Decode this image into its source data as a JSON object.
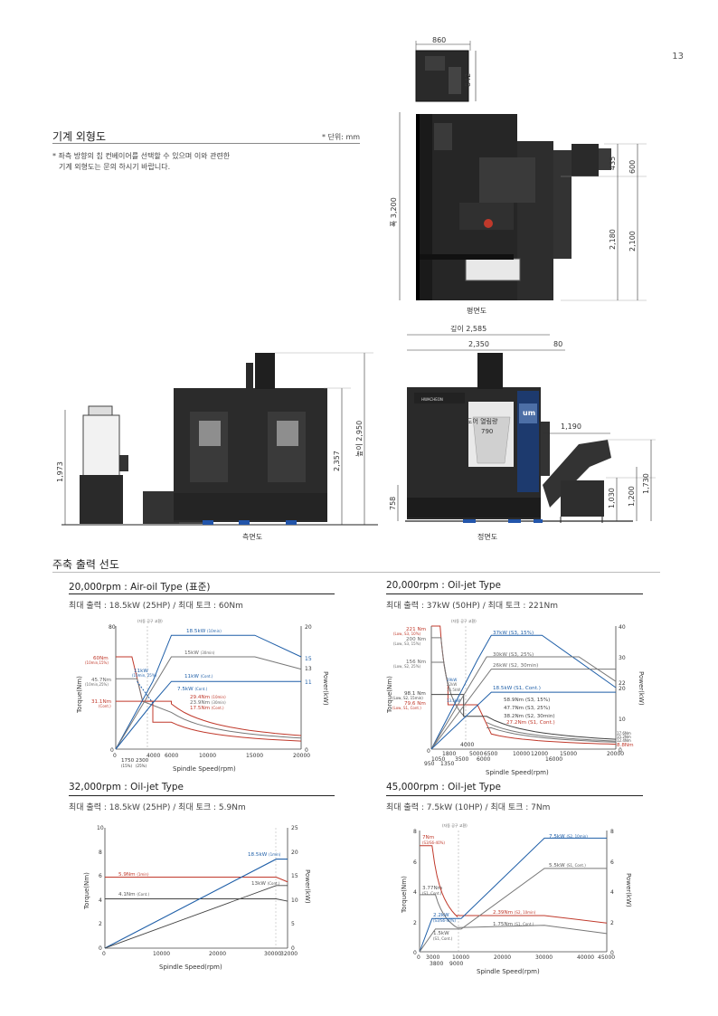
{
  "page_number": "13",
  "section1": {
    "title": "기계 외형도",
    "unit": "* 단위: mm",
    "note_line1": "* 좌측 방향의 칩 컨베이어를 선택할 수 있으며 이와 관련한",
    "note_line2": "기계 외형도는 문의 하시기 바랍니다."
  },
  "plan_view": {
    "caption": "평면도",
    "dims": {
      "top_width": "860",
      "top_height": "842",
      "width_label": "폭 3,200",
      "h435": "435",
      "h600": "600",
      "h2180": "2,180",
      "h2100": "2,100"
    }
  },
  "side_view": {
    "caption": "측면도",
    "dims": {
      "h1973": "1,973",
      "h2357": "2,357",
      "h2950": "높이 2,950"
    }
  },
  "front_view": {
    "caption": "정면도",
    "dims": {
      "depth": "깊이 2,585",
      "w2350": "2,350",
      "w80": "80",
      "door_label": "도어 열림량",
      "door_val": "790",
      "w1190": "1,190",
      "h758": "758",
      "h1030": "1,030",
      "h1200": "1,200",
      "h1730": "1,730"
    },
    "brand": "HWACHEON"
  },
  "section2": {
    "title": "주축 출력 선도"
  },
  "chart_data": [
    {
      "type": "line",
      "title": "20,000rpm : Air-oil Type (표준)",
      "subtitle": "최대 출력 : 18.5kW (25HP) / 최대 토크 : 60Nm",
      "xlabel": "Spindle Speed(rpm)",
      "ylabel": "Torque(Nm)",
      "y2label": "Power(kW)",
      "xlim": [
        0,
        20000
      ],
      "ylim": [
        0,
        80
      ],
      "y2lim": [
        0,
        20
      ],
      "xticks": [
        "0",
        "4000",
        "6000",
        "10000",
        "15000",
        "20000"
      ],
      "xticks_extra": [
        "1750",
        "2300",
        "(15%)",
        "(25%)"
      ],
      "yticks": [
        "0",
        "80"
      ],
      "y2ticks": [
        "0",
        "20"
      ],
      "note": "(자동 공구 교환)",
      "annotations": {
        "p185": "18.5kW",
        "p185s": "(10min)",
        "p15": "15kW",
        "p15s": "(30min)",
        "p11a": "11kW",
        "p11as": "(10min, 25%)",
        "p11c": "11kW",
        "p11cs": "(Cont.)",
        "p75": "7.5kW",
        "p75s": "(Cont.)",
        "t60": "60Nm",
        "t60s": "(10min,15%)",
        "t457": "45.7Nm",
        "t457s": "(10min,25%)",
        "t311": "31.1Nm",
        "t311s": "(Cont.)",
        "t294": "29.4Nm",
        "t294s": "(10min)",
        "t239": "23.9Nm",
        "t239s": "(30min)",
        "t175": "17.5Nm",
        "t175s": "(Cont.)",
        "r15": "15",
        "r13": "13",
        "r11": "11"
      }
    },
    {
      "type": "line",
      "title": "20,000rpm : Oil-jet Type",
      "subtitle": "최대 출력 : 37kW (50HP) / 최대 토크 : 221Nm",
      "xlabel": "Spindle Speed(rpm)",
      "ylabel": "Torque(Nm)",
      "y2label": "Power(kW)",
      "xlim": [
        0,
        20000
      ],
      "ylim": [
        0,
        221
      ],
      "y2lim": [
        0,
        40
      ],
      "xticks": [
        "0",
        "1800",
        "5000",
        "6500",
        "10000",
        "12000",
        "15000",
        "20000"
      ],
      "xticks_extra": [
        "950",
        "1050",
        "1350",
        "3500",
        "4000",
        "6000",
        "16000"
      ],
      "y2ticks": [
        "0",
        "10",
        "20",
        "30",
        "40"
      ],
      "note": "(자동 공구 교환)",
      "annotations": {
        "t221": "221 Nm",
        "t221s": "(Low, S3, 10%)",
        "t200": "200 Nm",
        "t200s": "(Low, S3, 15%)",
        "t156": "156 Nm",
        "t156s": "(Low, S2, 25%)",
        "t981": "98.1 Nm",
        "t981s": "(Low, S2, 15min)",
        "t796": "79.6 Nm",
        "t796s": "(Low, S1, Cont.)",
        "p37": "37kW (S3, 15%)",
        "p30": "30kW (S3, 25%)",
        "p26": "26kW (S2, 30min)",
        "p185": "18.5kW (S1, Cont.)",
        "t589": "58.9Nm (S3, 15%)",
        "t477": "47.7Nm (S3, 25%)",
        "t382": "38.2Nm (S2, 30min)",
        "t272": "27.2Nm (S1, Cont.)",
        "pl29": "29kW",
        "pl22": "22kW",
        "pl16": "16.5kW",
        "pl13": "13.5kW",
        "r22": "22",
        "r20": "20",
        "e1": "17.6Nm",
        "e2": "15.2Nm",
        "e3": "12.4Nm",
        "e4": "8.8Nm"
      }
    },
    {
      "type": "line",
      "title": "32,000rpm : Oil-jet Type",
      "subtitle": "최대 출력 : 18.5kW (25HP) / 최대 토크 : 5.9Nm",
      "xlabel": "Spindle Speed(rpm)",
      "ylabel": "Torque(Nm)",
      "y2label": "Power(kW)",
      "xlim": [
        0,
        32000
      ],
      "ylim": [
        0,
        10
      ],
      "y2lim": [
        0,
        25
      ],
      "xticks": [
        "0",
        "10000",
        "20000",
        "30000",
        "32000"
      ],
      "yticks": [
        "0",
        "2",
        "4",
        "6",
        "8",
        "10"
      ],
      "y2ticks": [
        "0",
        "5",
        "10",
        "15",
        "20",
        "25"
      ],
      "annotations": {
        "t59": "5.9Nm",
        "t59s": "(1min)",
        "t41": "4.1Nm",
        "t41s": "(Cont.)",
        "p185": "18.5kW",
        "p185s": "(1min)",
        "p13": "13kW",
        "p13s": "(Cont.)"
      }
    },
    {
      "type": "line",
      "title": "45,000rpm : Oil-jet Type",
      "subtitle": "최대 출력 : 7.5kW (10HP) / 최대 토크 : 7Nm",
      "xlabel": "Spindle Speed(rpm)",
      "ylabel": "Torque(Nm)",
      "y2label": "Power(kW)",
      "xlim": [
        0,
        45000
      ],
      "ylim": [
        0,
        8
      ],
      "y2lim": [
        0,
        8
      ],
      "xticks": [
        "0",
        "3000",
        "10000",
        "20000",
        "30000",
        "40000",
        "45000"
      ],
      "xticks_extra": [
        "3800",
        "9000"
      ],
      "yticks": [
        "0",
        "2",
        "4",
        "6",
        "8"
      ],
      "y2ticks": [
        "0",
        "2",
        "4",
        "6",
        "8"
      ],
      "note": "(자동 공구 교환)",
      "annotations": {
        "t7": "7Nm",
        "t7s": "(S3/S6-40%)",
        "t377": "3.77Nm",
        "t377s": "(S1, Cont.)",
        "p22": "2.2kW",
        "p22s": "(S3/S6-40%)",
        "p15": "1.5kW",
        "p15s": "(S1, Cont.)",
        "t239": "2.39Nm",
        "t239s": "(S2, 10min)",
        "t175": "1.75Nm",
        "t175s": "(S1, Cont.)",
        "p75": "7.5kW",
        "p75s": "(S2, 10min)",
        "p55": "5.5kW",
        "p55s": "(S1, Cont.)"
      }
    }
  ]
}
